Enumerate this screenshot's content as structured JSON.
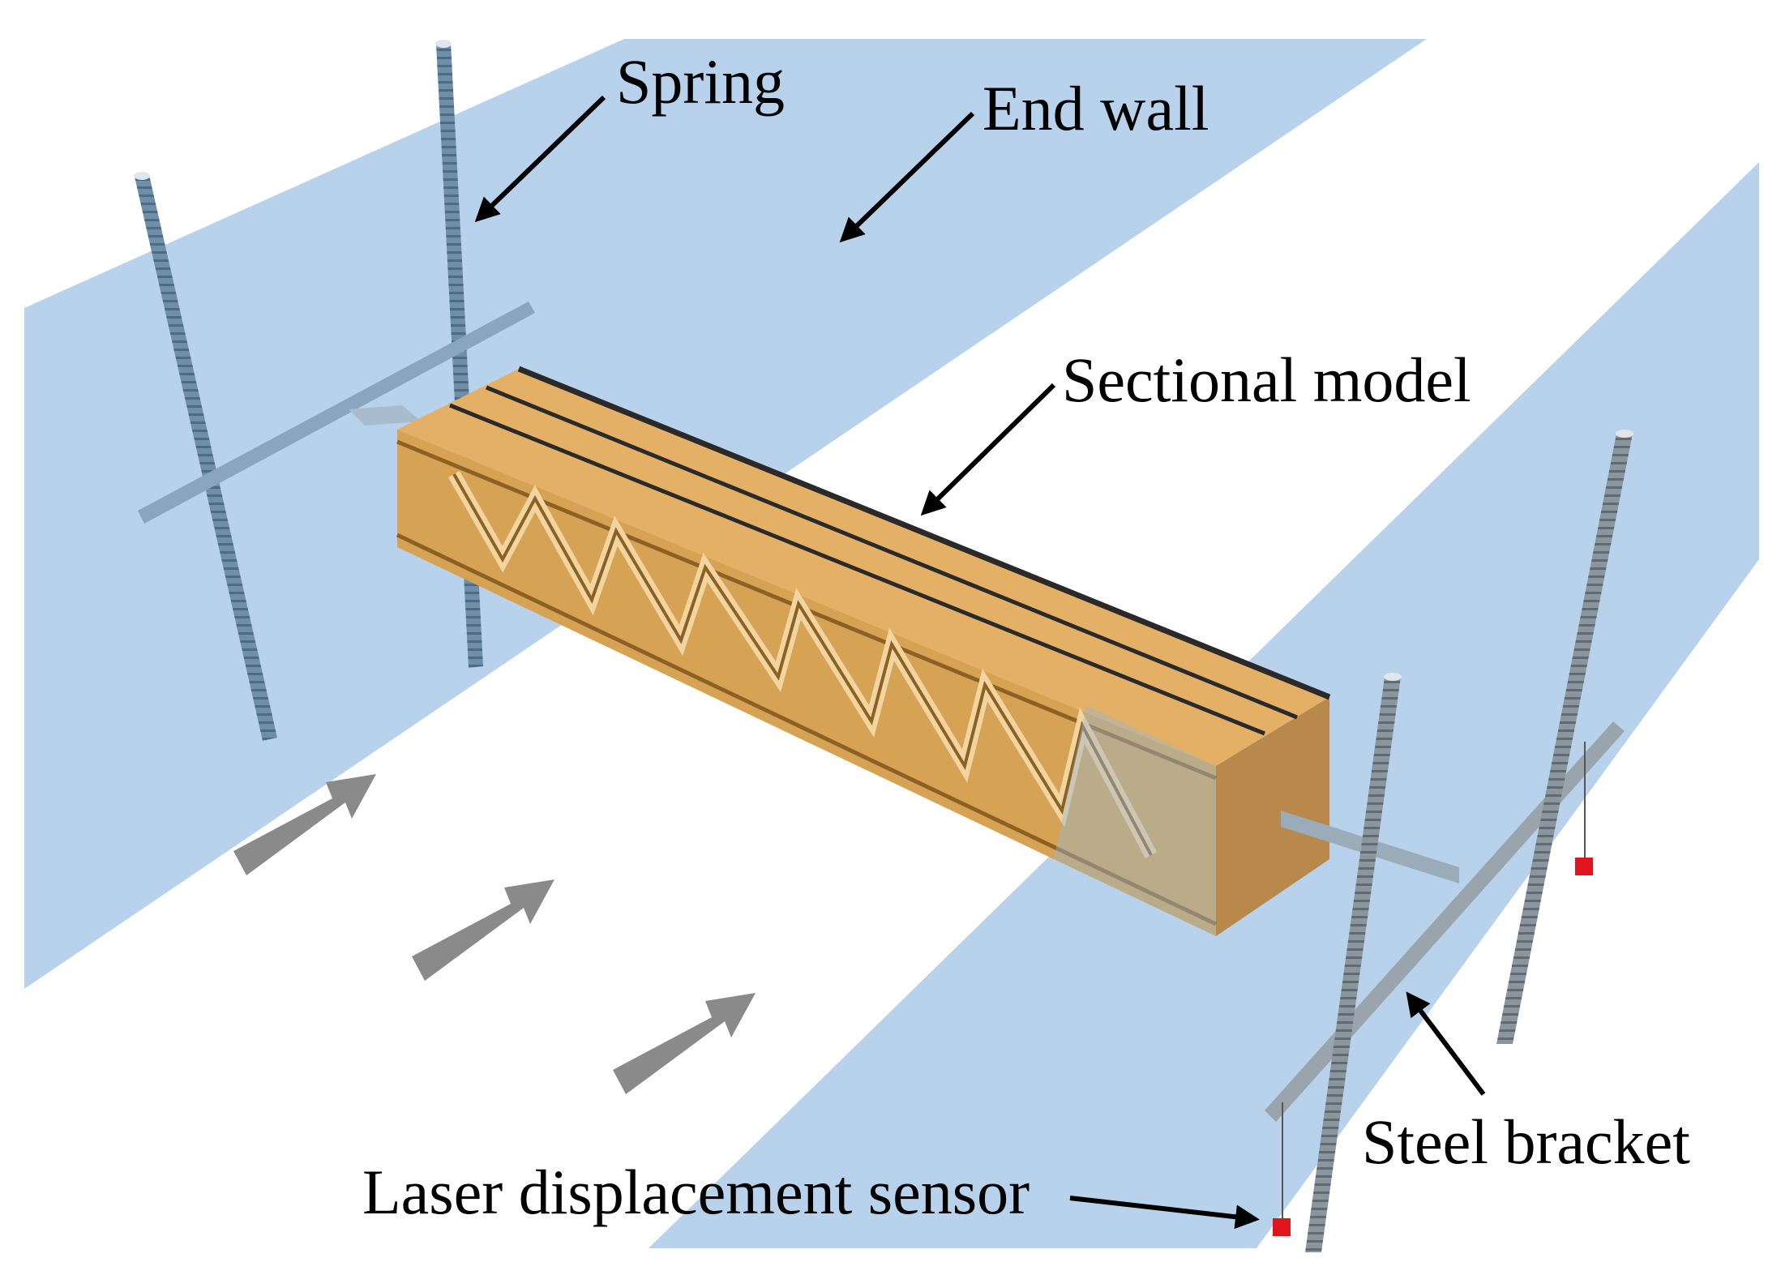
{
  "labels": {
    "spring": "Spring",
    "end_wall": "End wall",
    "sectional_model": "Sectional model",
    "steel_bracket": "Steel bracket",
    "laser_sensor": "Laser displacement sensor"
  },
  "colors": {
    "end_wall_fill": "#b8d2ec",
    "model_fill": "#e4b066",
    "model_dark": "#c99546",
    "spring_rod": "#6f8ea8",
    "bracket": "#8aa6bf",
    "flow_arrow": "#8a8a8a",
    "sensor": "#e0141c",
    "pointer_arrow": "#000000"
  },
  "icons": {
    "flow": "wind-flow-arrow-icon",
    "sensor": "laser-sensor-icon"
  }
}
